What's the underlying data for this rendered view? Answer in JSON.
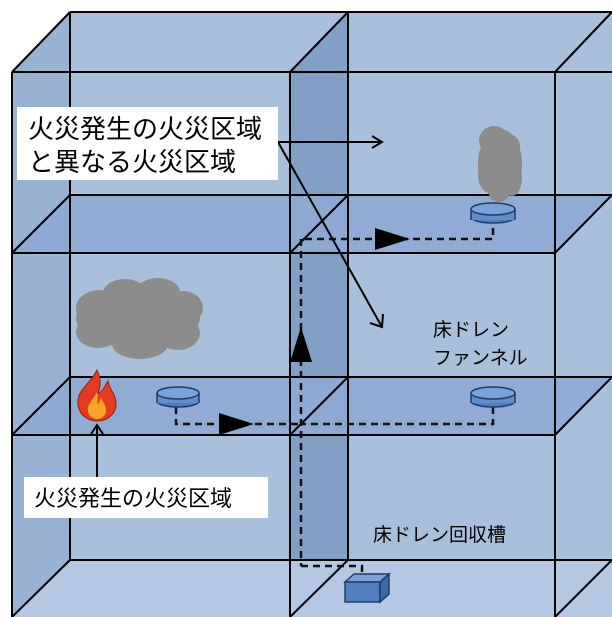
{
  "labels": {
    "different_zone_line1": "火災発生の火災区域",
    "different_zone_line2": "と異なる火災区域",
    "fire_zone": "火災発生の火災区域",
    "floor_drain_funnel_line1": "床ドレン",
    "floor_drain_funnel_line2": "ファンネル",
    "floor_drain_tank": "床ドレン回収槽"
  },
  "colors": {
    "box_fill": "#a9c0dd",
    "wall_face": "#8fa8cb",
    "riser_face": "#7b99c2",
    "floor_slab": "#8eaad3",
    "drain_fill": "#5f8ec9",
    "smoke": "#8c8c8c",
    "flame_outer": "#e53a1e",
    "flame_inner": "#f7a428"
  },
  "icons": [
    "fire-icon",
    "smoke-cloud",
    "floor-drain-funnel",
    "drain-tank"
  ]
}
